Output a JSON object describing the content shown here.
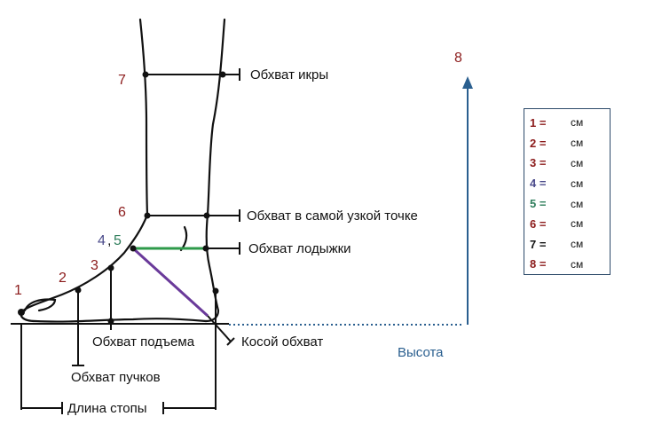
{
  "labels": {
    "calf": "Обхват икры",
    "narrowest": "Обхват в самой узкой точке",
    "ankle": "Обхват лодыжки",
    "instep": "Обхват подъема",
    "diagonal": "Косой обхват",
    "ball": "Обхват пучков",
    "length": "Длина стопы",
    "height": "Высота"
  },
  "points": {
    "p1": "1",
    "p2": "2",
    "p3": "3",
    "p45a": "4",
    "p45sep": ",",
    "p45b": "5",
    "p6": "6",
    "p7": "7",
    "p8": "8"
  },
  "legend": {
    "rows": [
      {
        "key": "1 =",
        "unit": "см",
        "color": "#8b1a1a"
      },
      {
        "key": "2 =",
        "unit": "см",
        "color": "#8b1a1a"
      },
      {
        "key": "3 =",
        "unit": "см",
        "color": "#8b1a1a"
      },
      {
        "key": "4 =",
        "unit": "см",
        "color": "#4a4a8a"
      },
      {
        "key": "5 =",
        "unit": "см",
        "color": "#2e7d5b"
      },
      {
        "key": "6 =",
        "unit": "см",
        "color": "#8b1a1a"
      },
      {
        "key": "7 =",
        "unit": "см",
        "color": "#111111"
      },
      {
        "key": "8 =",
        "unit": "см",
        "color": "#8b1a1a"
      }
    ]
  },
  "colors": {
    "ankle_line": "#2e9a4a",
    "diagonal_line": "#6a3a9a",
    "height_arrow": "#2a5f8f"
  }
}
